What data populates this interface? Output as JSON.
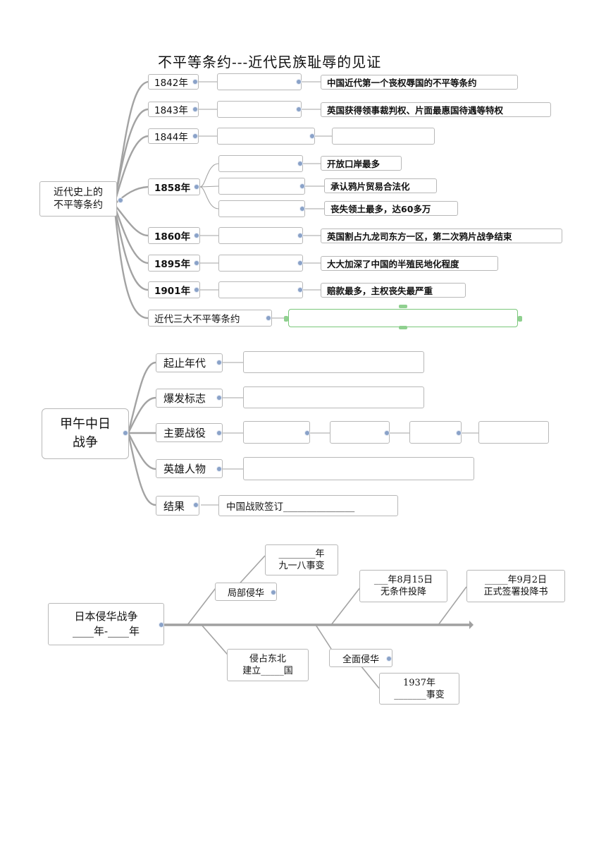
{
  "title": "不平等条约---近代民族耻辱的见证",
  "treaties": {
    "root_line1": "近代史上的",
    "root_line2": "不平等条约",
    "y1842": "1842年",
    "y1843": "1843年",
    "y1844": "1844年",
    "y1858": "1858年",
    "y1860": "1860年",
    "y1895": "1895年",
    "y1901": "1901年",
    "three": "近代三大不平等条约",
    "d1842": "中国近代第一个丧权辱国的不平等条约",
    "d1843": "英国获得领事裁判权、片面最惠国待遇等特权",
    "d1858a": "开放口岸最多",
    "d1858b": "承认鸦片贸易合法化",
    "d1858c": "丧失领土最多，达60多万",
    "d1860": "英国割占九龙司东方一区，第二次鸦片战争结束",
    "d1895": "大大加深了中国的半殖民地化程度",
    "d1901": "赔款最多，主权丧失最严重"
  },
  "sino_japanese": {
    "root_line1": "甲午中日",
    "root_line2": "战争",
    "start_end": "起止年代",
    "trigger": "爆发标志",
    "battles": "主要战役",
    "heroes": "英雄人物",
    "result": "结果",
    "result_text": "中国战败签订_______________"
  },
  "invasion": {
    "root_line1": "日本侵华战争",
    "root_line2": "____年-____年",
    "partial": "局部侵华",
    "full": "全面侵华",
    "n918_line1": "________年",
    "n918_line2": "九一八事变",
    "northeast_line1": "侵占东北",
    "northeast_line2": "建立_____国",
    "surrender_line1": "___年8月15日",
    "surrender_line2": "无条件投降",
    "signing_line1": "_____年9月2日",
    "signing_line2": "正式签署投降书",
    "y1937_line1": "1937年",
    "y1937_line2": "_______事变"
  }
}
